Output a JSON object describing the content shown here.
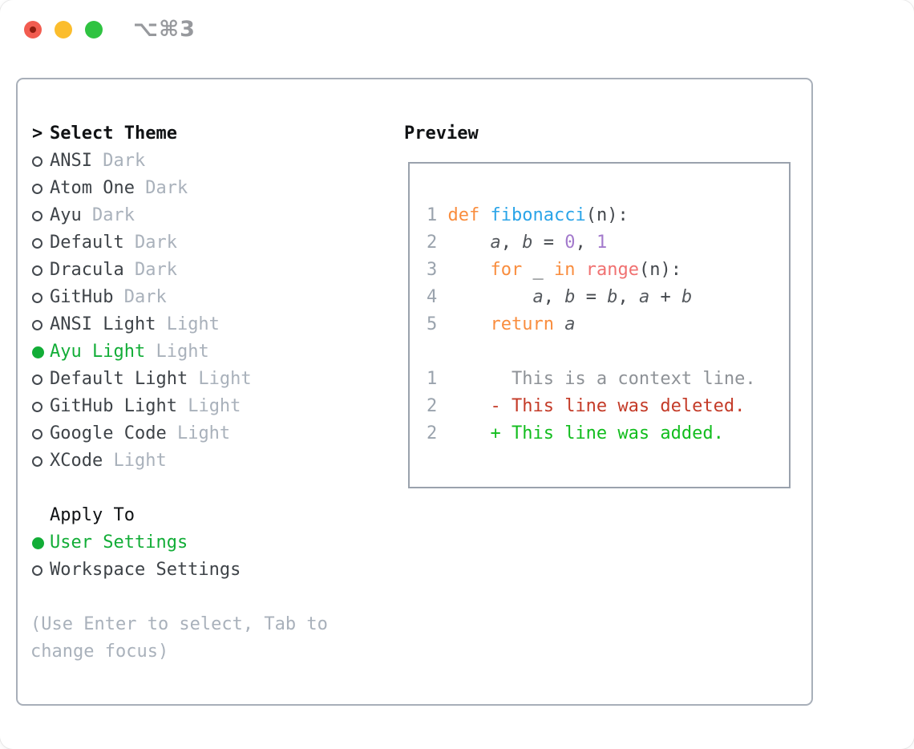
{
  "window": {
    "shortcut_title": "⌥⌘3",
    "traffic_lights": [
      "close",
      "minimize",
      "zoom"
    ]
  },
  "colors": {
    "accent_green": "#12ad37",
    "keyword_orange": "#f98d3e",
    "function_blue": "#2aa4e8",
    "number_purple": "#a37acc",
    "range_salmon": "#f07171",
    "diff_deleted_red": "#c43b28",
    "diff_added_green": "#12bd1e",
    "muted_gray": "#a9b1bb",
    "panel_border": "#a8afb9"
  },
  "theme_list": {
    "header": "Select Theme",
    "cursor": ">",
    "items": [
      {
        "name": "ANSI",
        "variant": "Dark",
        "selected": false
      },
      {
        "name": "Atom One",
        "variant": "Dark",
        "selected": false
      },
      {
        "name": "Ayu",
        "variant": "Dark",
        "selected": false
      },
      {
        "name": "Default",
        "variant": "Dark",
        "selected": false
      },
      {
        "name": "Dracula",
        "variant": "Dark",
        "selected": false
      },
      {
        "name": "GitHub",
        "variant": "Dark",
        "selected": false
      },
      {
        "name": "ANSI Light",
        "variant": "Light",
        "selected": false
      },
      {
        "name": "Ayu Light",
        "variant": "Light",
        "selected": true
      },
      {
        "name": "Default Light",
        "variant": "Light",
        "selected": false
      },
      {
        "name": "GitHub Light",
        "variant": "Light",
        "selected": false
      },
      {
        "name": "Google Code",
        "variant": "Light",
        "selected": false
      },
      {
        "name": "XCode",
        "variant": "Light",
        "selected": false
      }
    ]
  },
  "apply_to": {
    "header": "Apply To",
    "options": [
      {
        "label": "User Settings",
        "selected": true
      },
      {
        "label": "Workspace Settings",
        "selected": false
      }
    ]
  },
  "help_lines": [
    "(Use Enter to select, Tab to",
    "change focus)"
  ],
  "preview": {
    "header": "Preview",
    "code_lines": [
      [
        [
          "ln",
          "1 "
        ],
        [
          "kw",
          "def "
        ],
        [
          "fn",
          "fibonacci"
        ],
        [
          "pl",
          "(n):"
        ]
      ],
      [
        [
          "ln",
          "2 "
        ],
        [
          "pl",
          "    "
        ],
        [
          "var",
          "a"
        ],
        [
          "pl",
          ", "
        ],
        [
          "var",
          "b"
        ],
        [
          "pl",
          " = "
        ],
        [
          "num",
          "0"
        ],
        [
          "pl",
          ", "
        ],
        [
          "num",
          "1"
        ]
      ],
      [
        [
          "ln",
          "3 "
        ],
        [
          "pl",
          "    "
        ],
        [
          "kw",
          "for"
        ],
        [
          "pl",
          " _ "
        ],
        [
          "kw",
          "in"
        ],
        [
          "pl",
          " "
        ],
        [
          "rng",
          "range"
        ],
        [
          "pl",
          "(n):"
        ]
      ],
      [
        [
          "ln",
          "4 "
        ],
        [
          "pl",
          "        "
        ],
        [
          "var",
          "a"
        ],
        [
          "pl",
          ", "
        ],
        [
          "var",
          "b"
        ],
        [
          "pl",
          " = "
        ],
        [
          "var",
          "b"
        ],
        [
          "pl",
          ", "
        ],
        [
          "var",
          "a"
        ],
        [
          "pl",
          " + "
        ],
        [
          "var",
          "b"
        ]
      ],
      [
        [
          "ln",
          "5 "
        ],
        [
          "pl",
          "    "
        ],
        [
          "kw",
          "return "
        ],
        [
          "var",
          "a"
        ]
      ],
      [],
      [
        [
          "ln",
          "1 "
        ],
        [
          "ctx",
          "      This is a context line."
        ]
      ],
      [
        [
          "ln",
          "2 "
        ],
        [
          "del",
          "    - This line was deleted."
        ]
      ],
      [
        [
          "ln",
          "2 "
        ],
        [
          "add",
          "    + This line was added."
        ]
      ]
    ]
  }
}
